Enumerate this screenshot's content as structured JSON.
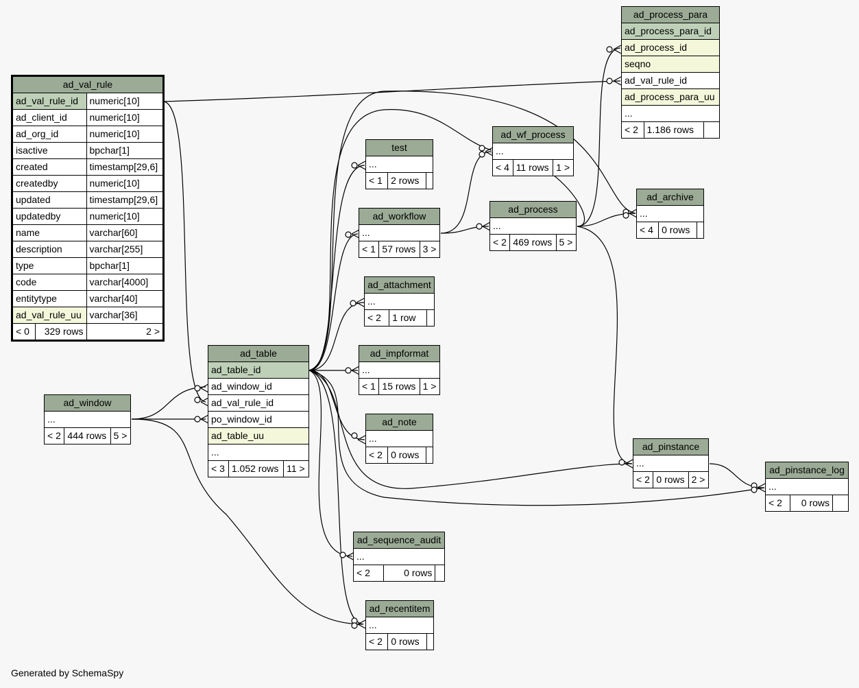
{
  "footer": "Generated by SchemaSpy",
  "colors": {
    "header": "#9bab96",
    "primary_key": "#bed1b8",
    "unique": "#f4f7da",
    "background": "#f7f7f7"
  },
  "tables": {
    "ad_val_rule": {
      "name": "ad_val_rule",
      "columns": [
        {
          "name": "ad_val_rule_id",
          "type": "numeric[10]"
        },
        {
          "name": "ad_client_id",
          "type": "numeric[10]"
        },
        {
          "name": "ad_org_id",
          "type": "numeric[10]"
        },
        {
          "name": "isactive",
          "type": "bpchar[1]"
        },
        {
          "name": "created",
          "type": "timestamp[29,6]"
        },
        {
          "name": "createdby",
          "type": "numeric[10]"
        },
        {
          "name": "updated",
          "type": "timestamp[29,6]"
        },
        {
          "name": "updatedby",
          "type": "numeric[10]"
        },
        {
          "name": "name",
          "type": "varchar[60]"
        },
        {
          "name": "description",
          "type": "varchar[255]"
        },
        {
          "name": "type",
          "type": "bpchar[1]"
        },
        {
          "name": "code",
          "type": "varchar[4000]"
        },
        {
          "name": "entitytype",
          "type": "varchar[40]"
        },
        {
          "name": "ad_val_rule_uu",
          "type": "varchar[36]"
        }
      ],
      "footer": {
        "parents": "< 0",
        "rows": "329 rows",
        "children": "2 >"
      }
    },
    "ad_window": {
      "name": "ad_window",
      "columns": [
        "..."
      ],
      "footer": {
        "parents": "< 2",
        "rows": "444 rows",
        "children": "5 >"
      }
    },
    "ad_table": {
      "name": "ad_table",
      "columns": [
        "ad_table_id",
        "ad_window_id",
        "ad_val_rule_id",
        "po_window_id",
        "ad_table_uu",
        "..."
      ],
      "footer": {
        "parents": "< 3",
        "rows": "1.052 rows",
        "children": "11 >"
      }
    },
    "test": {
      "name": "test",
      "columns": [
        "..."
      ],
      "footer": {
        "parents": "< 1",
        "rows": "2 rows",
        "children": ""
      }
    },
    "ad_workflow": {
      "name": "ad_workflow",
      "columns": [
        "..."
      ],
      "footer": {
        "parents": "< 1",
        "rows": "57 rows",
        "children": "3 >"
      }
    },
    "ad_attachment": {
      "name": "ad_attachment",
      "columns": [
        "..."
      ],
      "footer": {
        "parents": "< 2",
        "rows": "1 row",
        "children": ""
      }
    },
    "ad_impformat": {
      "name": "ad_impformat",
      "columns": [
        "..."
      ],
      "footer": {
        "parents": "< 1",
        "rows": "15 rows",
        "children": "1 >"
      }
    },
    "ad_note": {
      "name": "ad_note",
      "columns": [
        "..."
      ],
      "footer": {
        "parents": "< 2",
        "rows": "0 rows",
        "children": ""
      }
    },
    "ad_sequence_audit": {
      "name": "ad_sequence_audit",
      "columns": [
        "..."
      ],
      "footer": {
        "parents": "< 2",
        "rows": "0 rows",
        "children": ""
      }
    },
    "ad_recentitem": {
      "name": "ad_recentitem",
      "columns": [
        "..."
      ],
      "footer": {
        "parents": "< 2",
        "rows": "0 rows",
        "children": ""
      }
    },
    "ad_wf_process": {
      "name": "ad_wf_process",
      "columns": [
        "..."
      ],
      "footer": {
        "parents": "< 4",
        "rows": "11 rows",
        "children": "1 >"
      }
    },
    "ad_process": {
      "name": "ad_process",
      "columns": [
        "..."
      ],
      "footer": {
        "parents": "< 2",
        "rows": "469 rows",
        "children": "5 >"
      }
    },
    "ad_archive": {
      "name": "ad_archive",
      "columns": [
        "..."
      ],
      "footer": {
        "parents": "< 4",
        "rows": "0 rows",
        "children": ""
      }
    },
    "ad_process_para": {
      "name": "ad_process_para",
      "columns": [
        "ad_process_para_id",
        "ad_process_id",
        "seqno",
        "ad_val_rule_id",
        "ad_process_para_uu",
        "..."
      ],
      "footer": {
        "parents": "< 2",
        "rows": "1.186 rows",
        "children": ""
      }
    },
    "ad_pinstance": {
      "name": "ad_pinstance",
      "columns": [
        "..."
      ],
      "footer": {
        "parents": "< 2",
        "rows": "0 rows",
        "children": "2 >"
      }
    },
    "ad_pinstance_log": {
      "name": "ad_pinstance_log",
      "columns": [
        "..."
      ],
      "footer": {
        "parents": "< 2",
        "rows": "0 rows",
        "children": ""
      }
    }
  }
}
